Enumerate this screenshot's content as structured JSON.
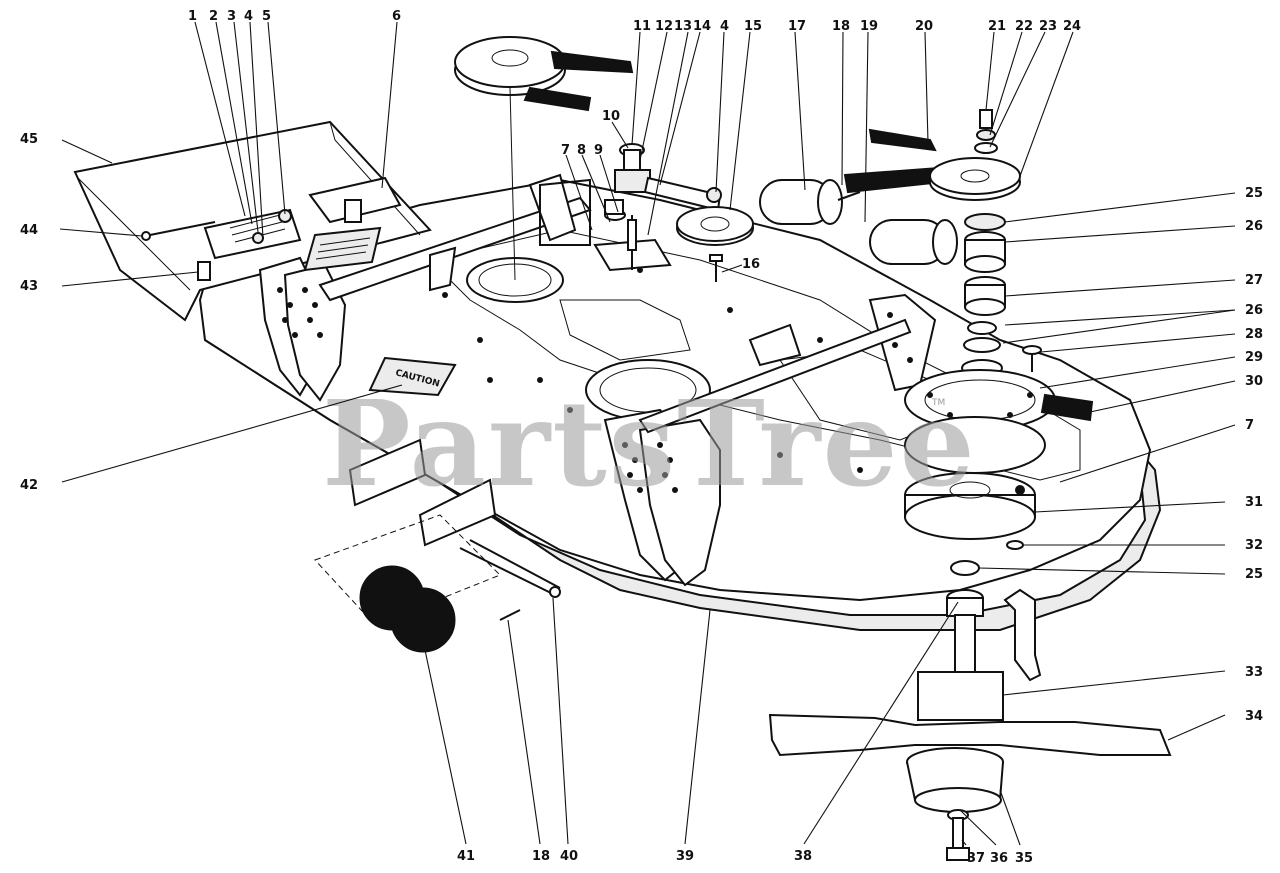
{
  "watermark": {
    "text": "PartsTree",
    "mark": "TM"
  },
  "decals": {
    "caution": "CAUTION"
  },
  "callouts": [
    "1",
    "2",
    "3",
    "4",
    "5",
    "6",
    "45",
    "44",
    "43",
    "42",
    "41",
    "18",
    "40",
    "39",
    "38",
    "37",
    "36",
    "35",
    "34",
    "33",
    "32",
    "25",
    "31",
    "7",
    "30",
    "29",
    "28",
    "26",
    "27",
    "26",
    "25",
    "24",
    "23",
    "22",
    "21",
    "20",
    "19",
    "18",
    "17",
    "16",
    "15",
    "4",
    "14",
    "13",
    "12",
    "11",
    "10",
    "9",
    "8",
    "7"
  ]
}
